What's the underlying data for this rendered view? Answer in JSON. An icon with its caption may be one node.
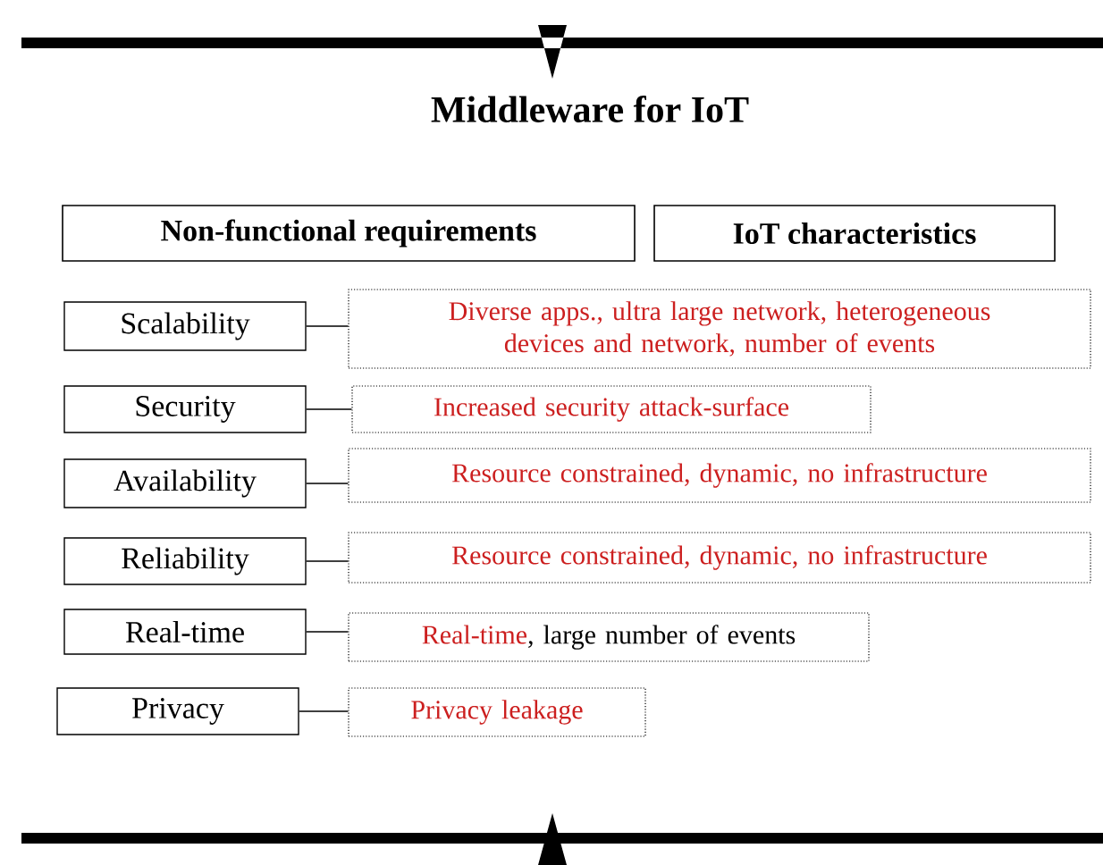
{
  "diagram": {
    "title": "Middleware for IoT",
    "nodes": [
      {
        "text": [
          "Non-functional requirements"
        ]
      },
      {
        "text": [
          "IoT characteristics"
        ]
      },
      {
        "text": [
          "Scalability"
        ]
      },
      {
        "text": [
          "Diverse apps., ultra large network, heterogeneous devices and network, number of events"
        ]
      },
      {
        "text": [
          "Security"
        ]
      },
      {
        "text": [
          "Increased security attack-surface"
        ]
      },
      {
        "text": [
          "Availability"
        ]
      },
      {
        "text": [
          "Resource constrained, dynamic, no infrastructure"
        ]
      },
      {
        "text": [
          "Reliability"
        ]
      },
      {
        "text": [
          "Resource constrained, dynamic, no infrastructure"
        ]
      },
      {
        "text": [
          "Real-time"
        ]
      },
      {
        "text": [
          "Real-time",
          ", large number of events"
        ]
      },
      {
        "text": [
          "Privacy"
        ]
      },
      {
        "text": [
          "Privacy leakage"
        ]
      }
    ],
    "edges": [
      {
        "from": 2,
        "to": 3,
        "arrow": "none"
      },
      {
        "from": 4,
        "to": 5,
        "arrow": "none"
      },
      {
        "from": 6,
        "to": 7,
        "arrow": "none"
      },
      {
        "from": 8,
        "to": 9,
        "arrow": "none"
      },
      {
        "from": 10,
        "to": 11,
        "arrow": "none"
      },
      {
        "from": 12,
        "to": 13,
        "arrow": "none"
      }
    ]
  }
}
